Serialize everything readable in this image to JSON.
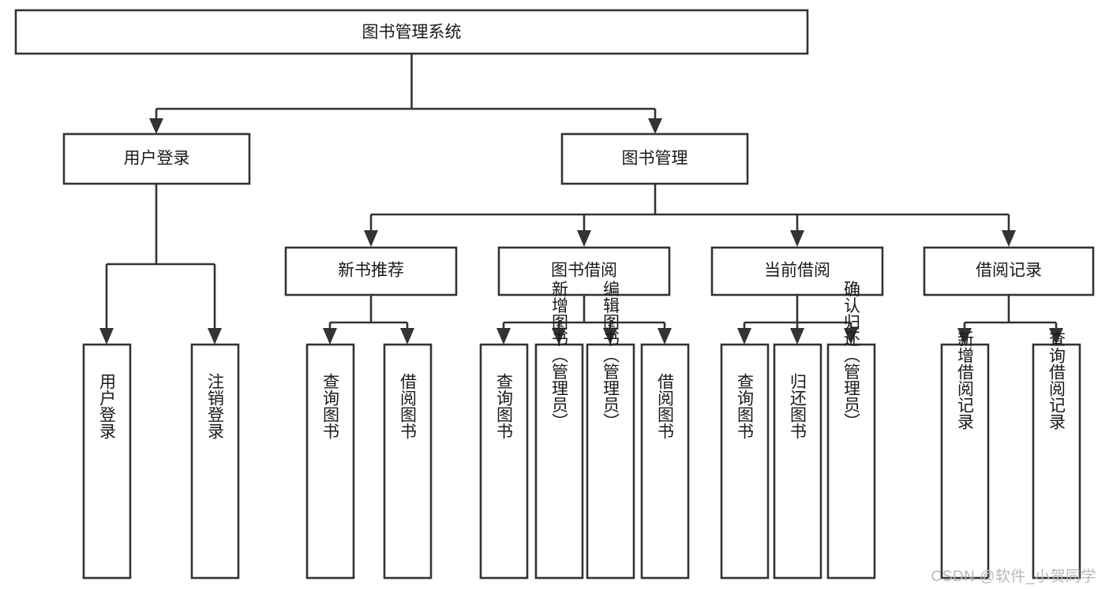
{
  "diagram": {
    "type": "tree-hierarchy-chart",
    "title": "图书管理系统",
    "background_color": "#ffffff",
    "line_color": "#333333",
    "text_color": "#1a1a1a",
    "root": {
      "id": "root",
      "label": "图书管理系统",
      "orientation": "horizontal"
    },
    "level2": [
      {
        "id": "user-login",
        "label": "用户登录",
        "orientation": "horizontal"
      },
      {
        "id": "book-manage",
        "label": "图书管理",
        "orientation": "horizontal"
      }
    ],
    "level3": [
      {
        "id": "new-book-recommend",
        "label": "新书推荐",
        "parent": "book-manage",
        "orientation": "horizontal"
      },
      {
        "id": "book-borrow",
        "label": "图书借阅",
        "parent": "book-manage",
        "orientation": "horizontal"
      },
      {
        "id": "current-borrow",
        "label": "当前借阅",
        "parent": "book-manage",
        "orientation": "horizontal"
      },
      {
        "id": "borrow-record",
        "label": "借阅记录",
        "parent": "book-manage",
        "orientation": "horizontal"
      }
    ],
    "leaves": [
      {
        "id": "leaf-user-login",
        "label": "用户登录",
        "parent": "user-login",
        "orientation": "vertical"
      },
      {
        "id": "leaf-user-logout",
        "label": "注销登录",
        "parent": "user-login",
        "orientation": "vertical"
      },
      {
        "id": "leaf-query-book-1",
        "label": "查询图书",
        "parent": "new-book-recommend",
        "orientation": "vertical"
      },
      {
        "id": "leaf-borrow-book-1",
        "label": "借阅图书",
        "parent": "new-book-recommend",
        "orientation": "vertical"
      },
      {
        "id": "leaf-query-book-2",
        "label": "查询图书",
        "parent": "book-borrow",
        "orientation": "vertical"
      },
      {
        "id": "leaf-add-book",
        "label": "新增图书（管理员）",
        "parent": "book-borrow",
        "orientation": "vertical"
      },
      {
        "id": "leaf-edit-book",
        "label": "编辑图书（管理员）",
        "parent": "book-borrow",
        "orientation": "vertical"
      },
      {
        "id": "leaf-borrow-book-2",
        "label": "借阅图书",
        "parent": "book-borrow",
        "orientation": "vertical"
      },
      {
        "id": "leaf-query-book-3",
        "label": "查询图书",
        "parent": "current-borrow",
        "orientation": "vertical"
      },
      {
        "id": "leaf-return-book",
        "label": "归还图书",
        "parent": "current-borrow",
        "orientation": "vertical"
      },
      {
        "id": "leaf-confirm-return",
        "label": "确认归还（管理员）",
        "parent": "current-borrow",
        "orientation": "vertical"
      },
      {
        "id": "leaf-add-record",
        "label": "新增借阅记录",
        "parent": "borrow-record",
        "orientation": "vertical"
      },
      {
        "id": "leaf-query-record",
        "label": "查询借阅记录",
        "parent": "borrow-record",
        "orientation": "vertical"
      }
    ]
  },
  "watermark": {
    "text": "CSDN @软件_小贺同学"
  }
}
